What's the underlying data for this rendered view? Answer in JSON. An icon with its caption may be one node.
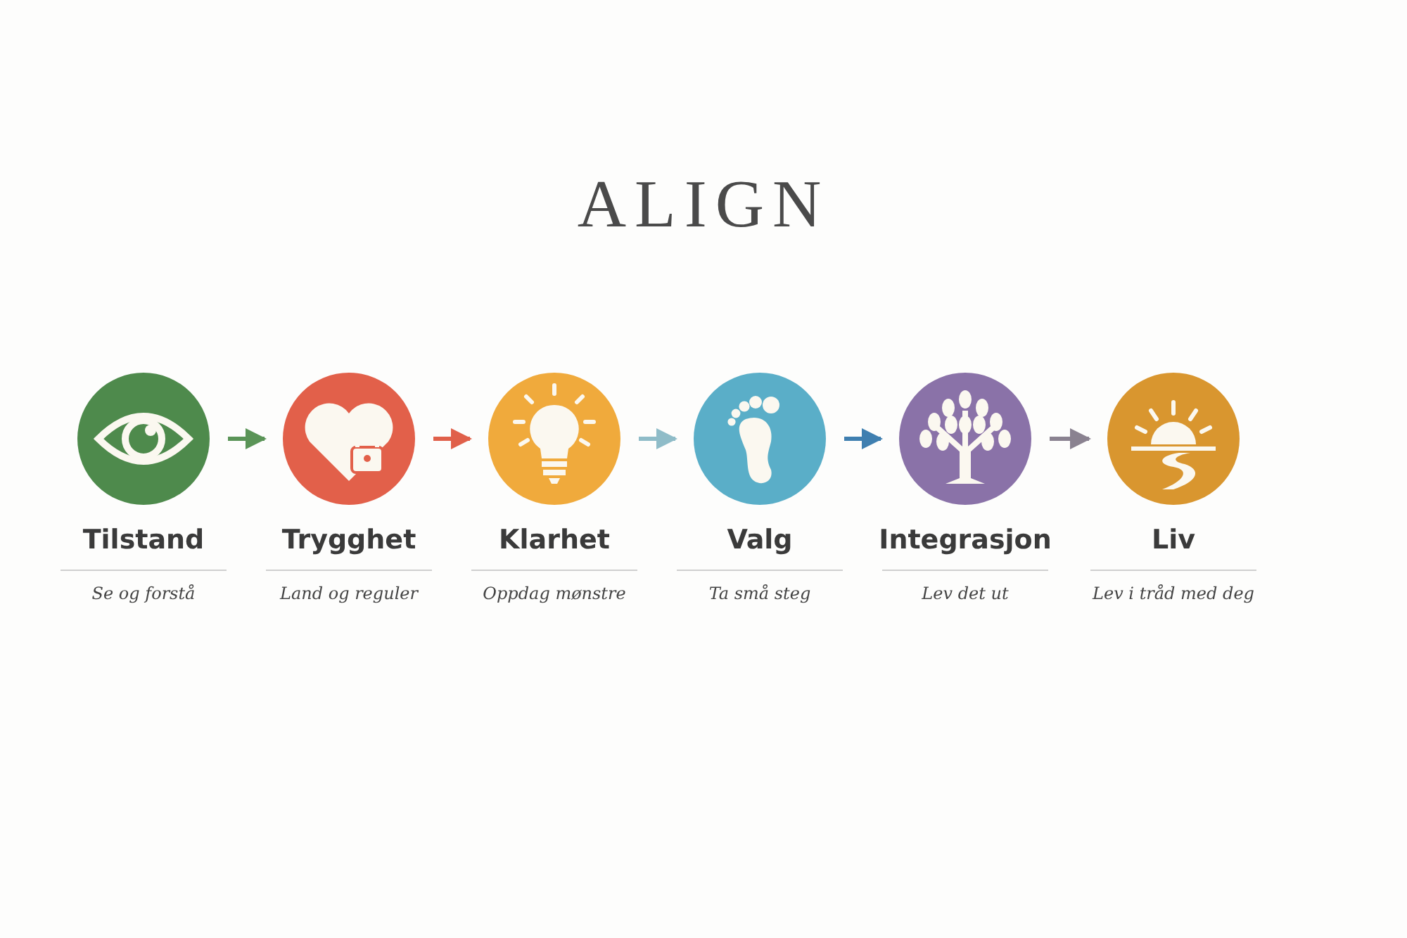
{
  "diagram": {
    "title": "ALIGN",
    "nodes": [
      {
        "text": [
          "Tilstand",
          "Se og forstå"
        ]
      },
      {
        "text": [
          "Trygghet",
          "Land og reguler"
        ]
      },
      {
        "text": [
          "Klarhet",
          "Oppdag mønstre"
        ]
      },
      {
        "text": [
          "Valg",
          "Ta små steg"
        ]
      },
      {
        "text": [
          "Integrasjon",
          "Lev det ut"
        ]
      },
      {
        "text": [
          "Liv",
          "Lev i tråd med deg"
        ]
      }
    ],
    "edges": [
      {
        "from": 0,
        "to": 1,
        "arrow": "to",
        "color": "#5a9457"
      },
      {
        "from": 1,
        "to": 2,
        "arrow": "to",
        "color": "#e0604a"
      },
      {
        "from": 2,
        "to": 3,
        "arrow": "to",
        "color": "#8fbcc8"
      },
      {
        "from": 3,
        "to": 4,
        "arrow": "to",
        "color": "#3f7fb0"
      },
      {
        "from": 4,
        "to": 5,
        "arrow": "to",
        "color": "#8a8290"
      }
    ]
  }
}
